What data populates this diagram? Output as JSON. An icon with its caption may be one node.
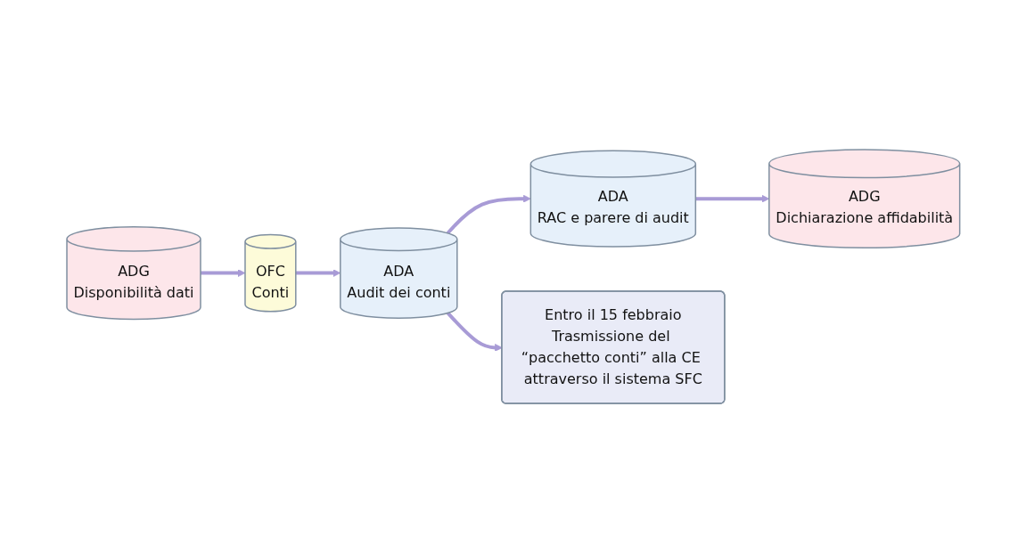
{
  "diagram": {
    "nodes": [
      {
        "text": [
          "ADG",
          "Disponibilità dati"
        ]
      },
      {
        "text": [
          "OFC",
          "Conti"
        ]
      },
      {
        "text": [
          "ADA",
          "Audit dei conti"
        ]
      },
      {
        "text": [
          "ADA",
          "RAC e parere di audit"
        ]
      },
      {
        "text": [
          "ADG",
          "Dichiarazione affidabilità"
        ]
      },
      {
        "text": [
          "Entro il 15 febbraio",
          "Trasmissione del “pacchetto conti” alla CE attraverso il sistema SFC"
        ]
      }
    ],
    "edges": [
      {
        "from": 0,
        "to": 1,
        "arrow": "to"
      },
      {
        "from": 1,
        "to": 2,
        "arrow": "to"
      },
      {
        "from": 2,
        "to": 3,
        "arrow": "to"
      },
      {
        "from": 3,
        "to": 4,
        "arrow": "to"
      },
      {
        "from": 2,
        "to": 5,
        "arrow": "to"
      }
    ]
  }
}
